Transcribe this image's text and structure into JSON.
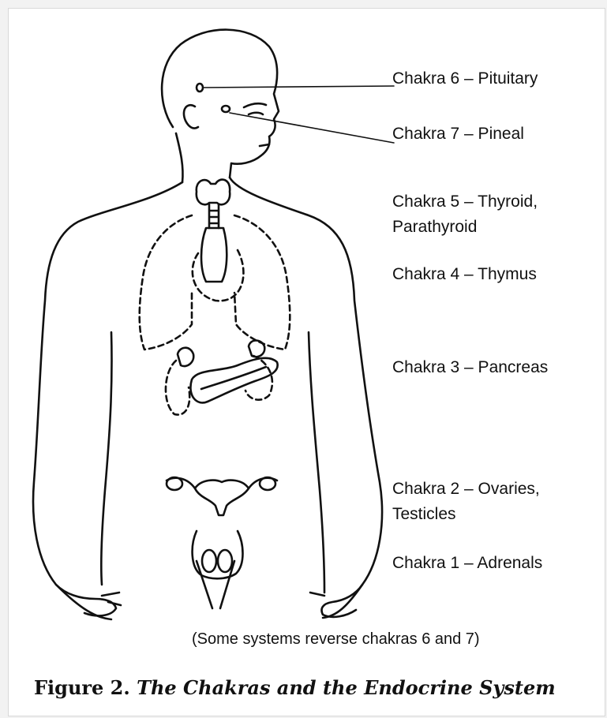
{
  "figure": {
    "labels": [
      {
        "id": "chakra-6",
        "text": "Chakra 6 – Pituitary"
      },
      {
        "id": "chakra-7",
        "text": "Chakra 7 – Pineal"
      },
      {
        "id": "chakra-5-line1",
        "text": "Chakra 5 – Thyroid,"
      },
      {
        "id": "chakra-5-line2",
        "text": "Parathyroid"
      },
      {
        "id": "chakra-4",
        "text": "Chakra 4 – Thymus"
      },
      {
        "id": "chakra-3",
        "text": "Chakra 3 – Pancreas"
      },
      {
        "id": "chakra-2-line1",
        "text": "Chakra 2 – Ovaries,"
      },
      {
        "id": "chakra-2-line2",
        "text": "Testicles"
      },
      {
        "id": "chakra-1",
        "text": "Chakra 1 – Adrenals"
      }
    ],
    "note": "(Some systems reverse chakras 6 and 7)",
    "caption": {
      "prefix": "Figure 2.",
      "title": "The Chakras and the Endocrine System"
    },
    "colors": {
      "ink": "#111111",
      "paper": "#ffffff",
      "background": "#f2f2f2"
    }
  }
}
